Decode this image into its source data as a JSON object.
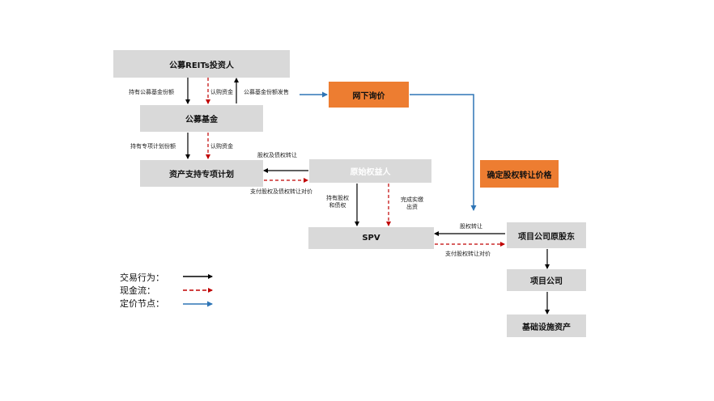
{
  "nodes": {
    "reits_investors": "公募REITs投资人",
    "public_fund": "公募基金",
    "abs_plan": "资产支持专项计划",
    "original_owner": "原始权益人",
    "spv": "SPV",
    "offline_inquiry": "网下询价",
    "equity_price": "确定股权转让价格",
    "original_shareholder": "项目公司原股东",
    "project_company": "项目公司",
    "infrastructure": "基础设施资产"
  },
  "edge_labels": {
    "hold_fund_shares": "持有公募基金份额",
    "subscribe_funds_1": "认购资金",
    "fund_share_issue": "公募基金份额发售",
    "hold_plan_shares": "持有专项计划份额",
    "subscribe_funds_2": "认购资金",
    "equity_debt_transfer": "股权及债权转让",
    "pay_equity_debt": "支付股权及债权转让对价",
    "hold_equity_line1": "持有股权",
    "hold_equity_line2": "和债权",
    "paid_in_line1": "完成实缴",
    "paid_in_line2": "出资",
    "equity_transfer": "股权转让",
    "pay_equity": "支付股权转让对价"
  },
  "legend": {
    "transaction": "交易行为：",
    "cash_flow": "现金流：",
    "pricing_node": "定价节点："
  },
  "colors": {
    "transaction": "#000000",
    "cash_flow": "#c00000",
    "pricing": "#2e75b6",
    "node_fill": "#d9d9d9",
    "highlight_fill": "#ed7d31"
  }
}
